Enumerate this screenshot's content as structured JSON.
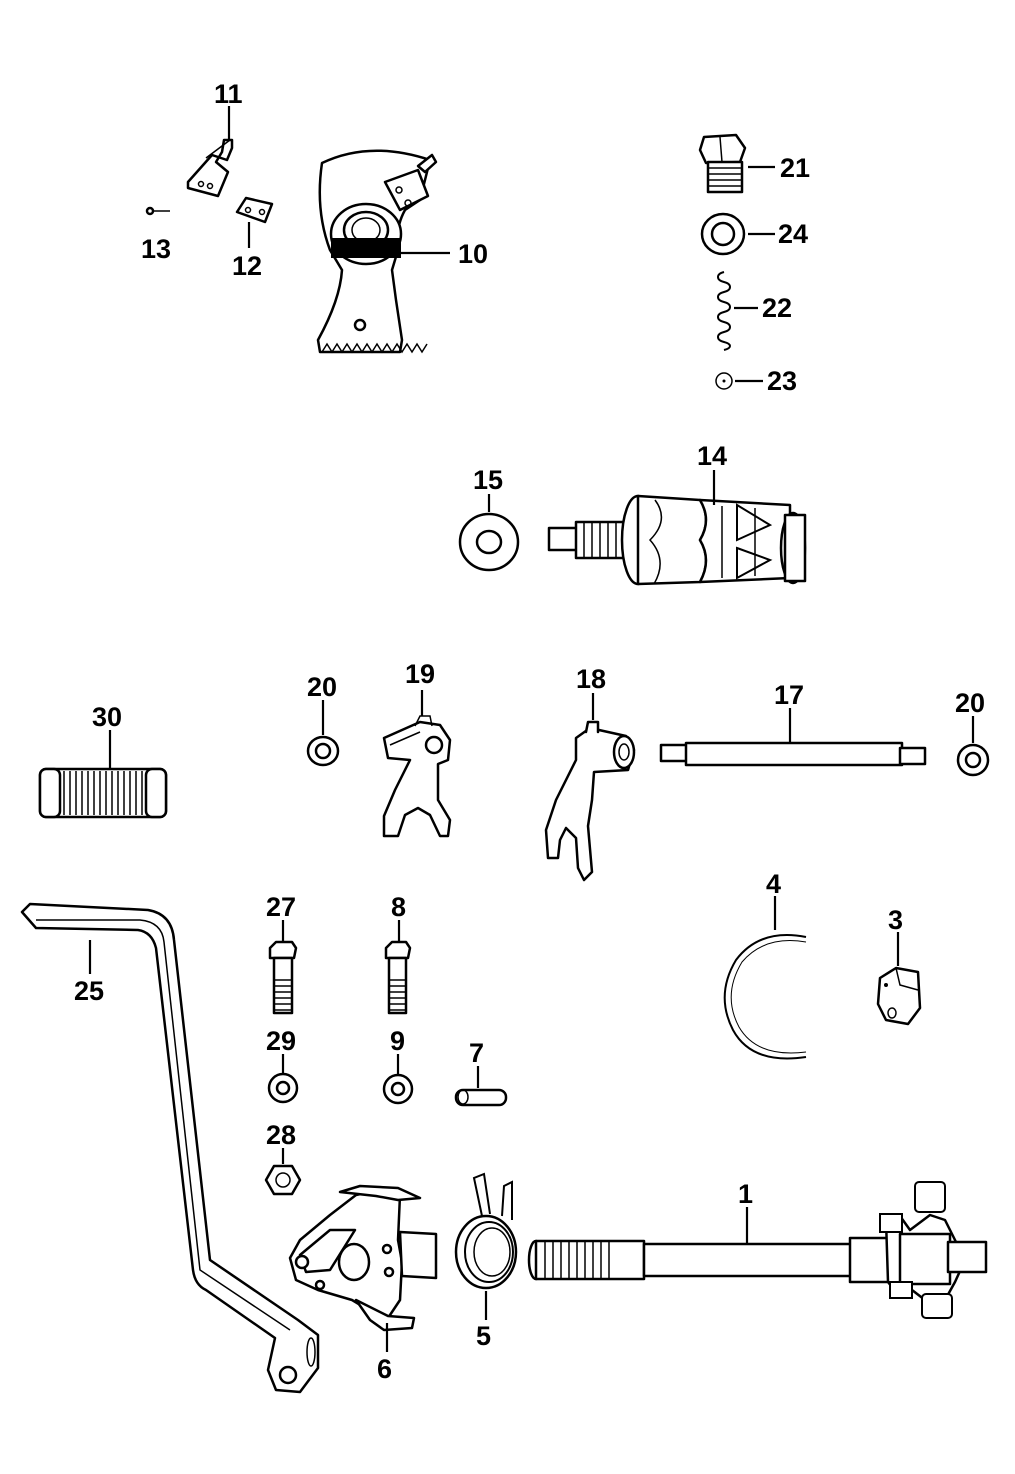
{
  "callouts": {
    "1": "1",
    "3": "3",
    "4": "4",
    "5": "5",
    "6": "6",
    "7": "7",
    "8": "8",
    "9": "9",
    "10": "10",
    "11": "11",
    "12": "12",
    "13": "13",
    "14": "14",
    "15": "15",
    "17": "17",
    "18": "18",
    "19": "19",
    "20a": "20",
    "20b": "20",
    "21": "21",
    "22": "22",
    "23": "23",
    "24": "24",
    "25": "25",
    "27": "27",
    "28": "28",
    "29": "29",
    "30": "30"
  },
  "parts": [
    "shift-shaft-icon",
    "stopper-plate-icon",
    "circlip-icon",
    "torsion-spring-icon",
    "shift-cam-icon",
    "dowel-pin-icon",
    "bolt-icon",
    "washer-icon",
    "kick-segment-gear-icon",
    "guide-icon",
    "plate-icon",
    "pin-icon",
    "shift-drum-icon",
    "thrust-washer-icon",
    "fork-shaft-icon",
    "shift-fork-icon",
    "plug-bolt-icon",
    "spring-icon",
    "ball-icon",
    "gasket-icon",
    "shift-pedal-icon",
    "nut-icon",
    "oil-filter-icon"
  ]
}
